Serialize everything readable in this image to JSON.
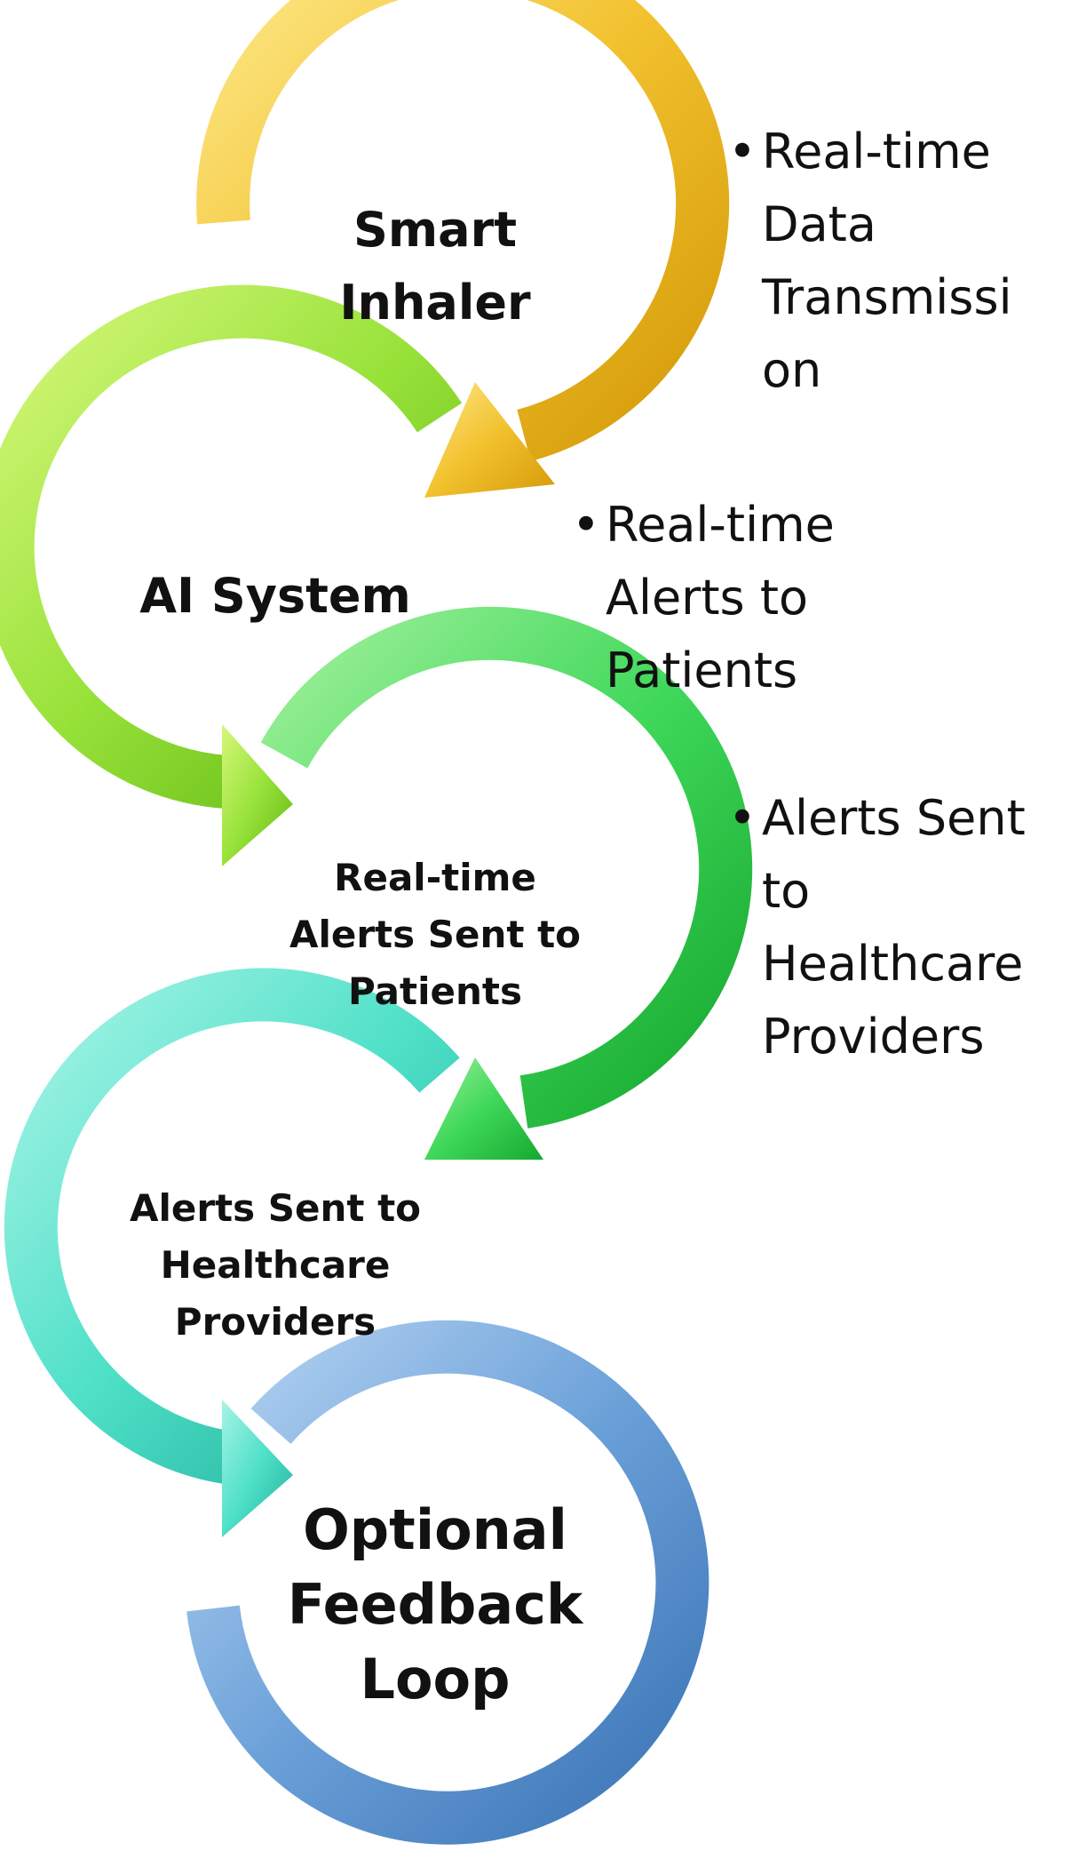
{
  "colors": {
    "yellow": "#f2c12e",
    "yellow_dark": "#d49a08",
    "lime": "#98e23a",
    "lime_dark": "#5fb512",
    "green": "#3fd85a",
    "green_dark": "#16a82f",
    "teal": "#4fe0c8",
    "teal_dark": "#1fae9a",
    "blue": "#6aa0d8",
    "blue_dark": "#3b73b5",
    "text": "#111111"
  },
  "nodes": [
    {
      "id": "smart-inhaler",
      "label_lines": [
        "Smart",
        "Inhaler"
      ]
    },
    {
      "id": "ai-system",
      "label_lines": [
        "AI System"
      ]
    },
    {
      "id": "realtime-alerts-patients",
      "label_lines": [
        "Real-time",
        "Alerts Sent to",
        "Patients"
      ]
    },
    {
      "id": "alerts-providers",
      "label_lines": [
        "Alerts Sent to",
        "Healthcare",
        "Providers"
      ]
    },
    {
      "id": "feedback-loop",
      "label_lines": [
        "Optional",
        "Feedback",
        "Loop"
      ]
    }
  ],
  "annotations": [
    {
      "id": "data-transmission",
      "bullet": "•",
      "lines": [
        "Real-time",
        "Data",
        "Transmissi",
        "on"
      ]
    },
    {
      "id": "alerts-to-patients",
      "bullet": "•",
      "lines": [
        "Real-time",
        "Alerts to",
        "Patients"
      ]
    },
    {
      "id": "alerts-to-providers",
      "bullet": "•",
      "lines": [
        "Alerts Sent",
        "to",
        "Healthcare",
        "Providers"
      ]
    }
  ]
}
